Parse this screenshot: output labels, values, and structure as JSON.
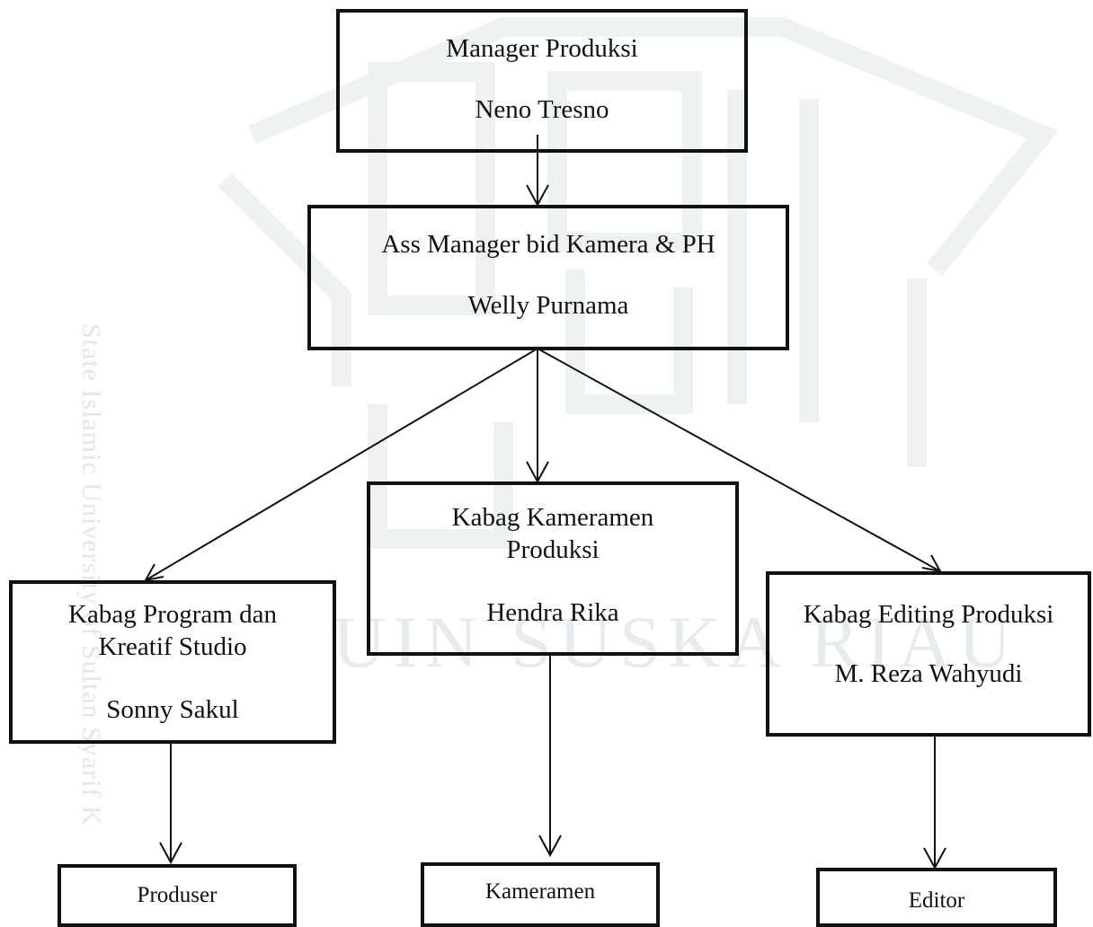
{
  "watermark": {
    "main_text": "UIN SUSKA RIAU",
    "side_text": "State Islamic University of Sultan Syarif K"
  },
  "nodes": {
    "manager": {
      "title": "Manager Produksi",
      "person": "Neno Tresno"
    },
    "ass_manager": {
      "title": "Ass Manager bid Kamera & PH",
      "person": "Welly Purnama"
    },
    "kabag_program": {
      "title_line1": "Kabag Program dan",
      "title_line2": "Kreatif Studio",
      "person": "Sonny Sakul"
    },
    "kabag_kameramen": {
      "title_line1": "Kabag Kameramen",
      "title_line2": "Produksi",
      "person": "Hendra Rika"
    },
    "kabag_editing": {
      "title": "Kabag Editing Produksi",
      "person": "M. Reza Wahyudi"
    },
    "produser": {
      "title": "Produser"
    },
    "kameramen": {
      "title": "Kameramen"
    },
    "editor": {
      "title": "Editor"
    }
  }
}
